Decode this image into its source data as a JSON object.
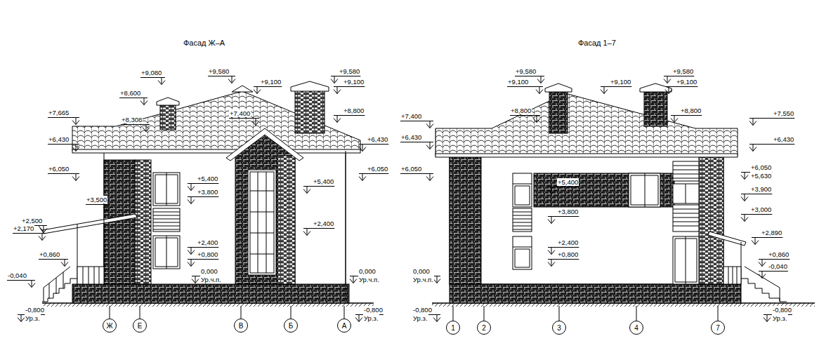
{
  "diagram": {
    "nodes": [
      {
        "text": [
          "Ж"
        ]
      },
      {
        "text": [
          "Е"
        ]
      },
      {
        "text": [
          "В"
        ]
      },
      {
        "text": [
          "Б"
        ]
      },
      {
        "text": [
          "А"
        ]
      },
      {
        "text": [
          "1"
        ]
      },
      {
        "text": [
          "2"
        ]
      },
      {
        "text": [
          "3"
        ]
      },
      {
        "text": [
          "4"
        ]
      },
      {
        "text": [
          "7"
        ]
      }
    ],
    "labels": [
      "Фасад Ж–А",
      "Фасад 1–7",
      "+9,080",
      "+8,600",
      "+8,308",
      "+7,665",
      "+6,430",
      "+6,050",
      "+3,500",
      "+2,500",
      "+2,170",
      "+0,860",
      "-0,040",
      "-0,800",
      "Ур.з.",
      "+9,580",
      "+9,100",
      "+7,400",
      "+5,400",
      "+3,800",
      "+2,400",
      "+0,800",
      "0,000",
      "Ур.ч.п.",
      "+5,400",
      "+2,400",
      "+9,580",
      "+9,100",
      "+8,800",
      "+6,430",
      "+6,050",
      "0,000",
      "Ур.ч.п.",
      "-0,800",
      "Ур.з.",
      "+9,580",
      "+9,100",
      "+8,800",
      "+9,100",
      "+9,580",
      "+9,100",
      "+8,800",
      "+7,400",
      "+6,430",
      "+6,050",
      "+7,550",
      "+6,430",
      "+6,050",
      "+5,630",
      "+5,400",
      "+3,800",
      "+2,400",
      "+0,800",
      "+3,900",
      "+3,000",
      "+2,890",
      "+0,860",
      "-0,040",
      "0,000",
      "Ур.ч.п.",
      "-0,800",
      "Ур.з.",
      "-0,800",
      "Ур.з."
    ]
  }
}
